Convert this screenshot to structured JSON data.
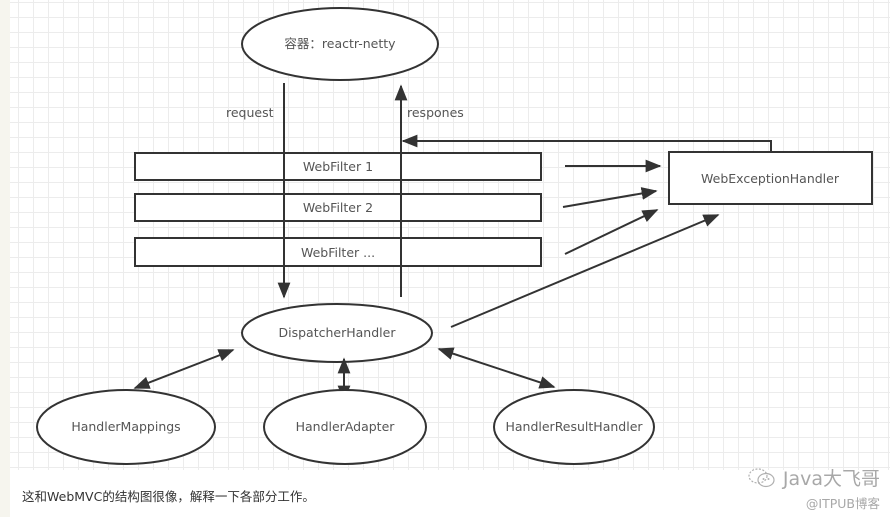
{
  "diagram": {
    "nodes": {
      "container": "容器：reactr-netty",
      "webfilter_1": "WebFilter 1",
      "webfilter_2": "WebFilter 2",
      "webfilter_more": "WebFilter ...",
      "web_exception_handler": "WebExceptionHandler",
      "dispatcher_handler": "DispatcherHandler",
      "handler_mappings": "HandlerMappings",
      "handler_adapter": "HandlerAdapter",
      "handler_result_handler": "HandlerResultHandler"
    },
    "edge_labels": {
      "request": "request",
      "response": "respones"
    },
    "colors": {
      "stroke": "#333333",
      "text": "#555555",
      "grid": "#ececec"
    }
  },
  "caption": "这和WebMVC的结构图很像，解释一下各部分工作。",
  "watermark": {
    "icon": "wechat-icon",
    "account": "Java大飞哥",
    "source": "@ITPUB博客"
  }
}
